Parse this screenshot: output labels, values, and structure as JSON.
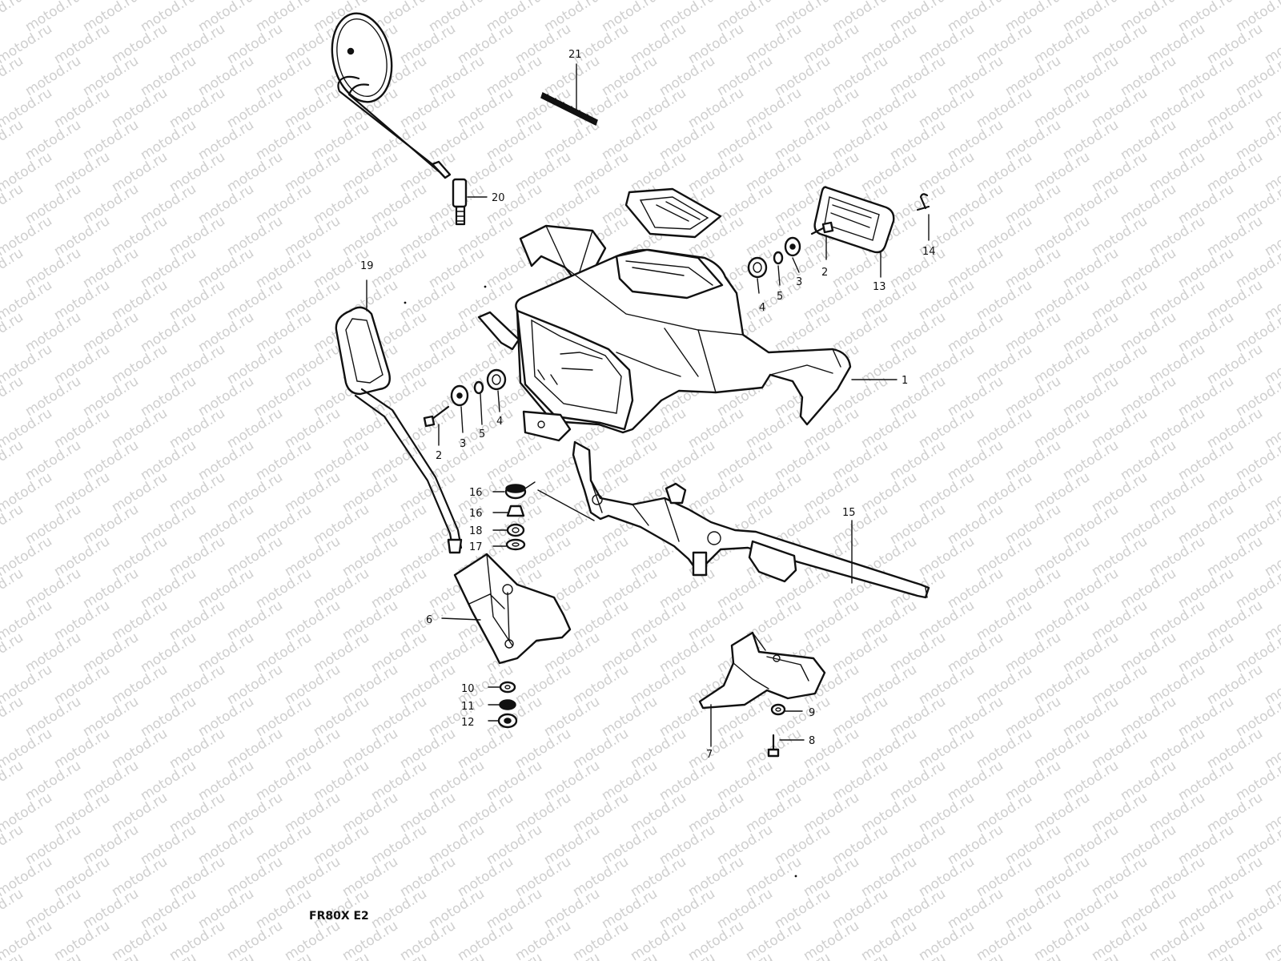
{
  "diagram": {
    "model_caption": "FR80X E2",
    "watermark_text": "motod.ru",
    "callouts": [
      {
        "id": "c1",
        "label": "1"
      },
      {
        "id": "c2a",
        "label": "2"
      },
      {
        "id": "c2b",
        "label": "2"
      },
      {
        "id": "c3a",
        "label": "3"
      },
      {
        "id": "c3b",
        "label": "3"
      },
      {
        "id": "c4a",
        "label": "4"
      },
      {
        "id": "c4b",
        "label": "4"
      },
      {
        "id": "c5a",
        "label": "5"
      },
      {
        "id": "c5b",
        "label": "5"
      },
      {
        "id": "c6",
        "label": "6"
      },
      {
        "id": "c7",
        "label": "7"
      },
      {
        "id": "c8",
        "label": "8"
      },
      {
        "id": "c9",
        "label": "9"
      },
      {
        "id": "c10",
        "label": "10"
      },
      {
        "id": "c11",
        "label": "11"
      },
      {
        "id": "c12",
        "label": "12"
      },
      {
        "id": "c13",
        "label": "13"
      },
      {
        "id": "c14",
        "label": "14"
      },
      {
        "id": "c15",
        "label": "15"
      },
      {
        "id": "c16a",
        "label": "16"
      },
      {
        "id": "c16b",
        "label": "16"
      },
      {
        "id": "c17",
        "label": "17"
      },
      {
        "id": "c18",
        "label": "18"
      },
      {
        "id": "c19",
        "label": "19"
      },
      {
        "id": "c20",
        "label": "20"
      },
      {
        "id": "c21",
        "label": "21"
      }
    ]
  }
}
